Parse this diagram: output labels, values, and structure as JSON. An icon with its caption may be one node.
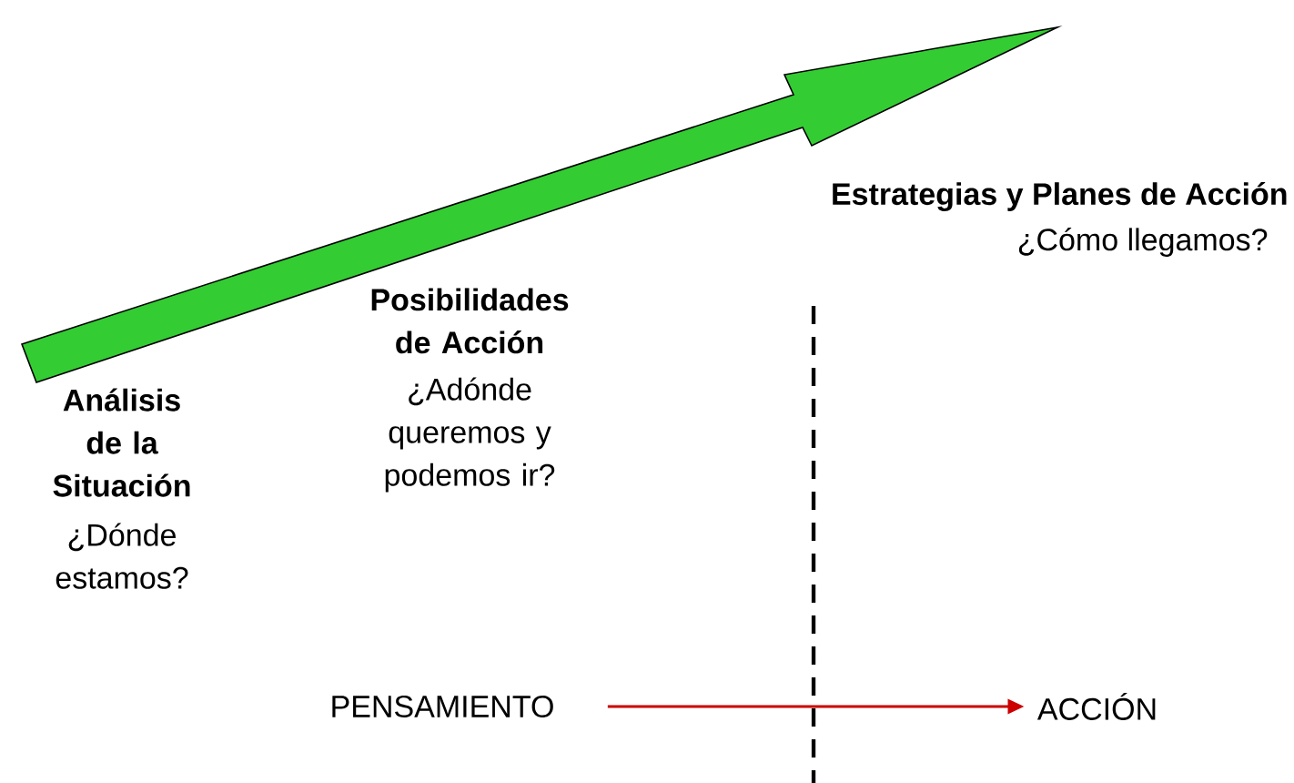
{
  "diagram": {
    "nodes": [
      {
        "text": [
          "PENSAMIENTO"
        ]
      },
      {
        "text": [
          "ACCIÓN"
        ]
      }
    ],
    "edges": [
      {
        "from": 0,
        "to": 1,
        "arrow": "to",
        "color": "#cc0000"
      }
    ],
    "labels": [
      "Análisis de la Situación",
      "¿Dónde estamos?",
      "Posibilidades de Acción",
      "¿Adónde queremos y podemos ir?",
      "Estrategias y Planes de Acción",
      "¿Cómo llegamos?"
    ]
  }
}
